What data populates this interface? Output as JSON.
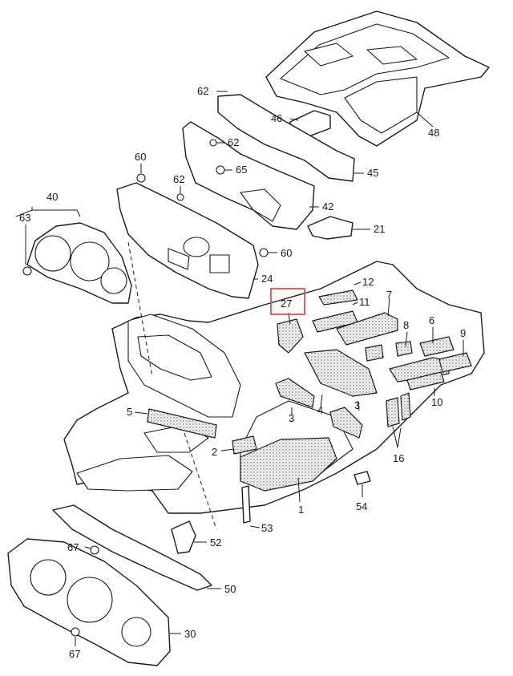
{
  "diagram": {
    "highlight_color": "#d9534f",
    "line_color": "#1a1a1a",
    "callouts": [
      "62",
      "46",
      "48",
      "62",
      "60",
      "62",
      "65",
      "45",
      "40",
      "63",
      "42",
      "21",
      "60",
      "24",
      "12",
      "27",
      "11",
      "7",
      "8",
      "6",
      "9",
      "4",
      "3",
      "3",
      "5",
      "2",
      "10",
      "16",
      "1",
      "54",
      "53",
      "52",
      "67",
      "50",
      "30",
      "67"
    ],
    "highlighted_callout": "27"
  }
}
